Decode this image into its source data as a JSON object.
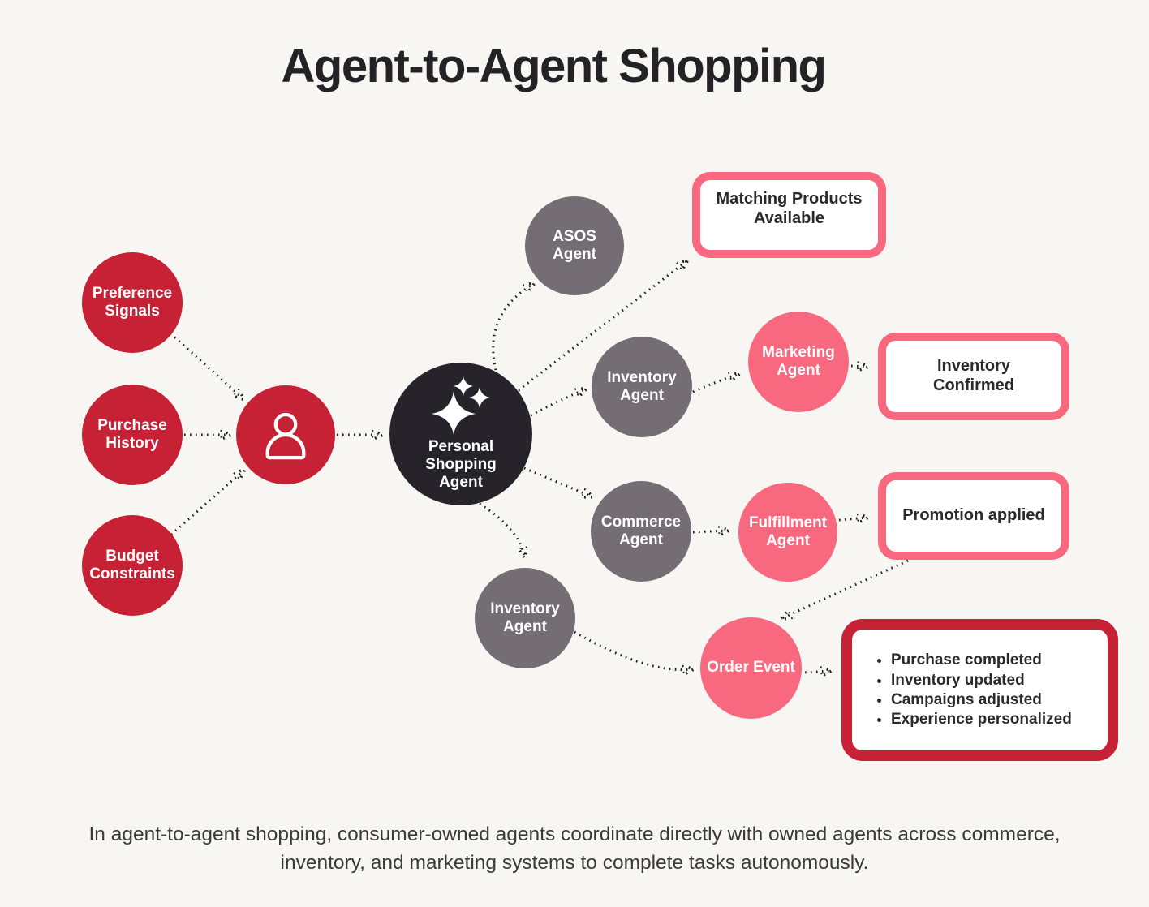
{
  "title": "Agent-to-Agent Shopping",
  "caption": "In agent-to-agent shopping, consumer-owned agents coordinate directly with owned agents across commerce, inventory, and marketing systems to complete tasks autonomously.",
  "colors": {
    "background": "#f7f6f3",
    "red": "#c62134",
    "pink": "#f8687e",
    "gray": "#746e74",
    "dark": "#26242a",
    "arrow": "#1d1d1d",
    "box_border_pink": "#f8687e",
    "box_border_red": "#c62134"
  },
  "nodes": {
    "preference_signals": {
      "label": "Preference Signals",
      "color": "red"
    },
    "purchase_history": {
      "label": "Purchase History",
      "color": "red"
    },
    "budget_constraints": {
      "label": "Budget Constraints",
      "color": "red"
    },
    "consumer": {
      "icon": "person-icon",
      "color": "red"
    },
    "personal_shopping_agent": {
      "label": "Personal Shopping Agent",
      "icon": "sparkles-icon",
      "color": "dark"
    },
    "asos_agent": {
      "label": "ASOS Agent",
      "color": "gray"
    },
    "inventory_agent_top": {
      "label": "Inventory Agent",
      "color": "gray"
    },
    "marketing_agent": {
      "label": "Marketing Agent",
      "color": "pink"
    },
    "commerce_agent": {
      "label": "Commerce Agent",
      "color": "gray"
    },
    "fulfillment_agent": {
      "label": "Fulfillment Agent",
      "color": "pink"
    },
    "inventory_agent_bottom": {
      "label": "Inventory Agent",
      "color": "gray"
    },
    "order_event": {
      "label": "Order Event",
      "color": "pink"
    }
  },
  "outcomes": {
    "matching_products": {
      "label": "Matching Products Available"
    },
    "inventory_confirmed": {
      "label": "Inventory Confirmed"
    },
    "promotion_applied": {
      "label": "Promotion applied"
    },
    "order_results": {
      "items": [
        "Purchase completed",
        "Inventory updated",
        "Campaigns adjusted",
        "Experience personalized"
      ]
    }
  },
  "edges": [
    {
      "from": "preference_signals",
      "to": "consumer"
    },
    {
      "from": "purchase_history",
      "to": "consumer"
    },
    {
      "from": "budget_constraints",
      "to": "consumer"
    },
    {
      "from": "consumer",
      "to": "personal_shopping_agent"
    },
    {
      "from": "personal_shopping_agent",
      "to": "asos_agent"
    },
    {
      "from": "personal_shopping_agent",
      "to": "matching_products"
    },
    {
      "from": "personal_shopping_agent",
      "to": "inventory_agent_top"
    },
    {
      "from": "personal_shopping_agent",
      "to": "commerce_agent"
    },
    {
      "from": "personal_shopping_agent",
      "to": "inventory_agent_bottom"
    },
    {
      "from": "inventory_agent_top",
      "to": "marketing_agent"
    },
    {
      "from": "marketing_agent",
      "to": "inventory_confirmed"
    },
    {
      "from": "commerce_agent",
      "to": "fulfillment_agent"
    },
    {
      "from": "fulfillment_agent",
      "to": "promotion_applied"
    },
    {
      "from": "promotion_applied",
      "to": "order_event"
    },
    {
      "from": "inventory_agent_bottom",
      "to": "order_event"
    },
    {
      "from": "order_event",
      "to": "order_results"
    }
  ]
}
